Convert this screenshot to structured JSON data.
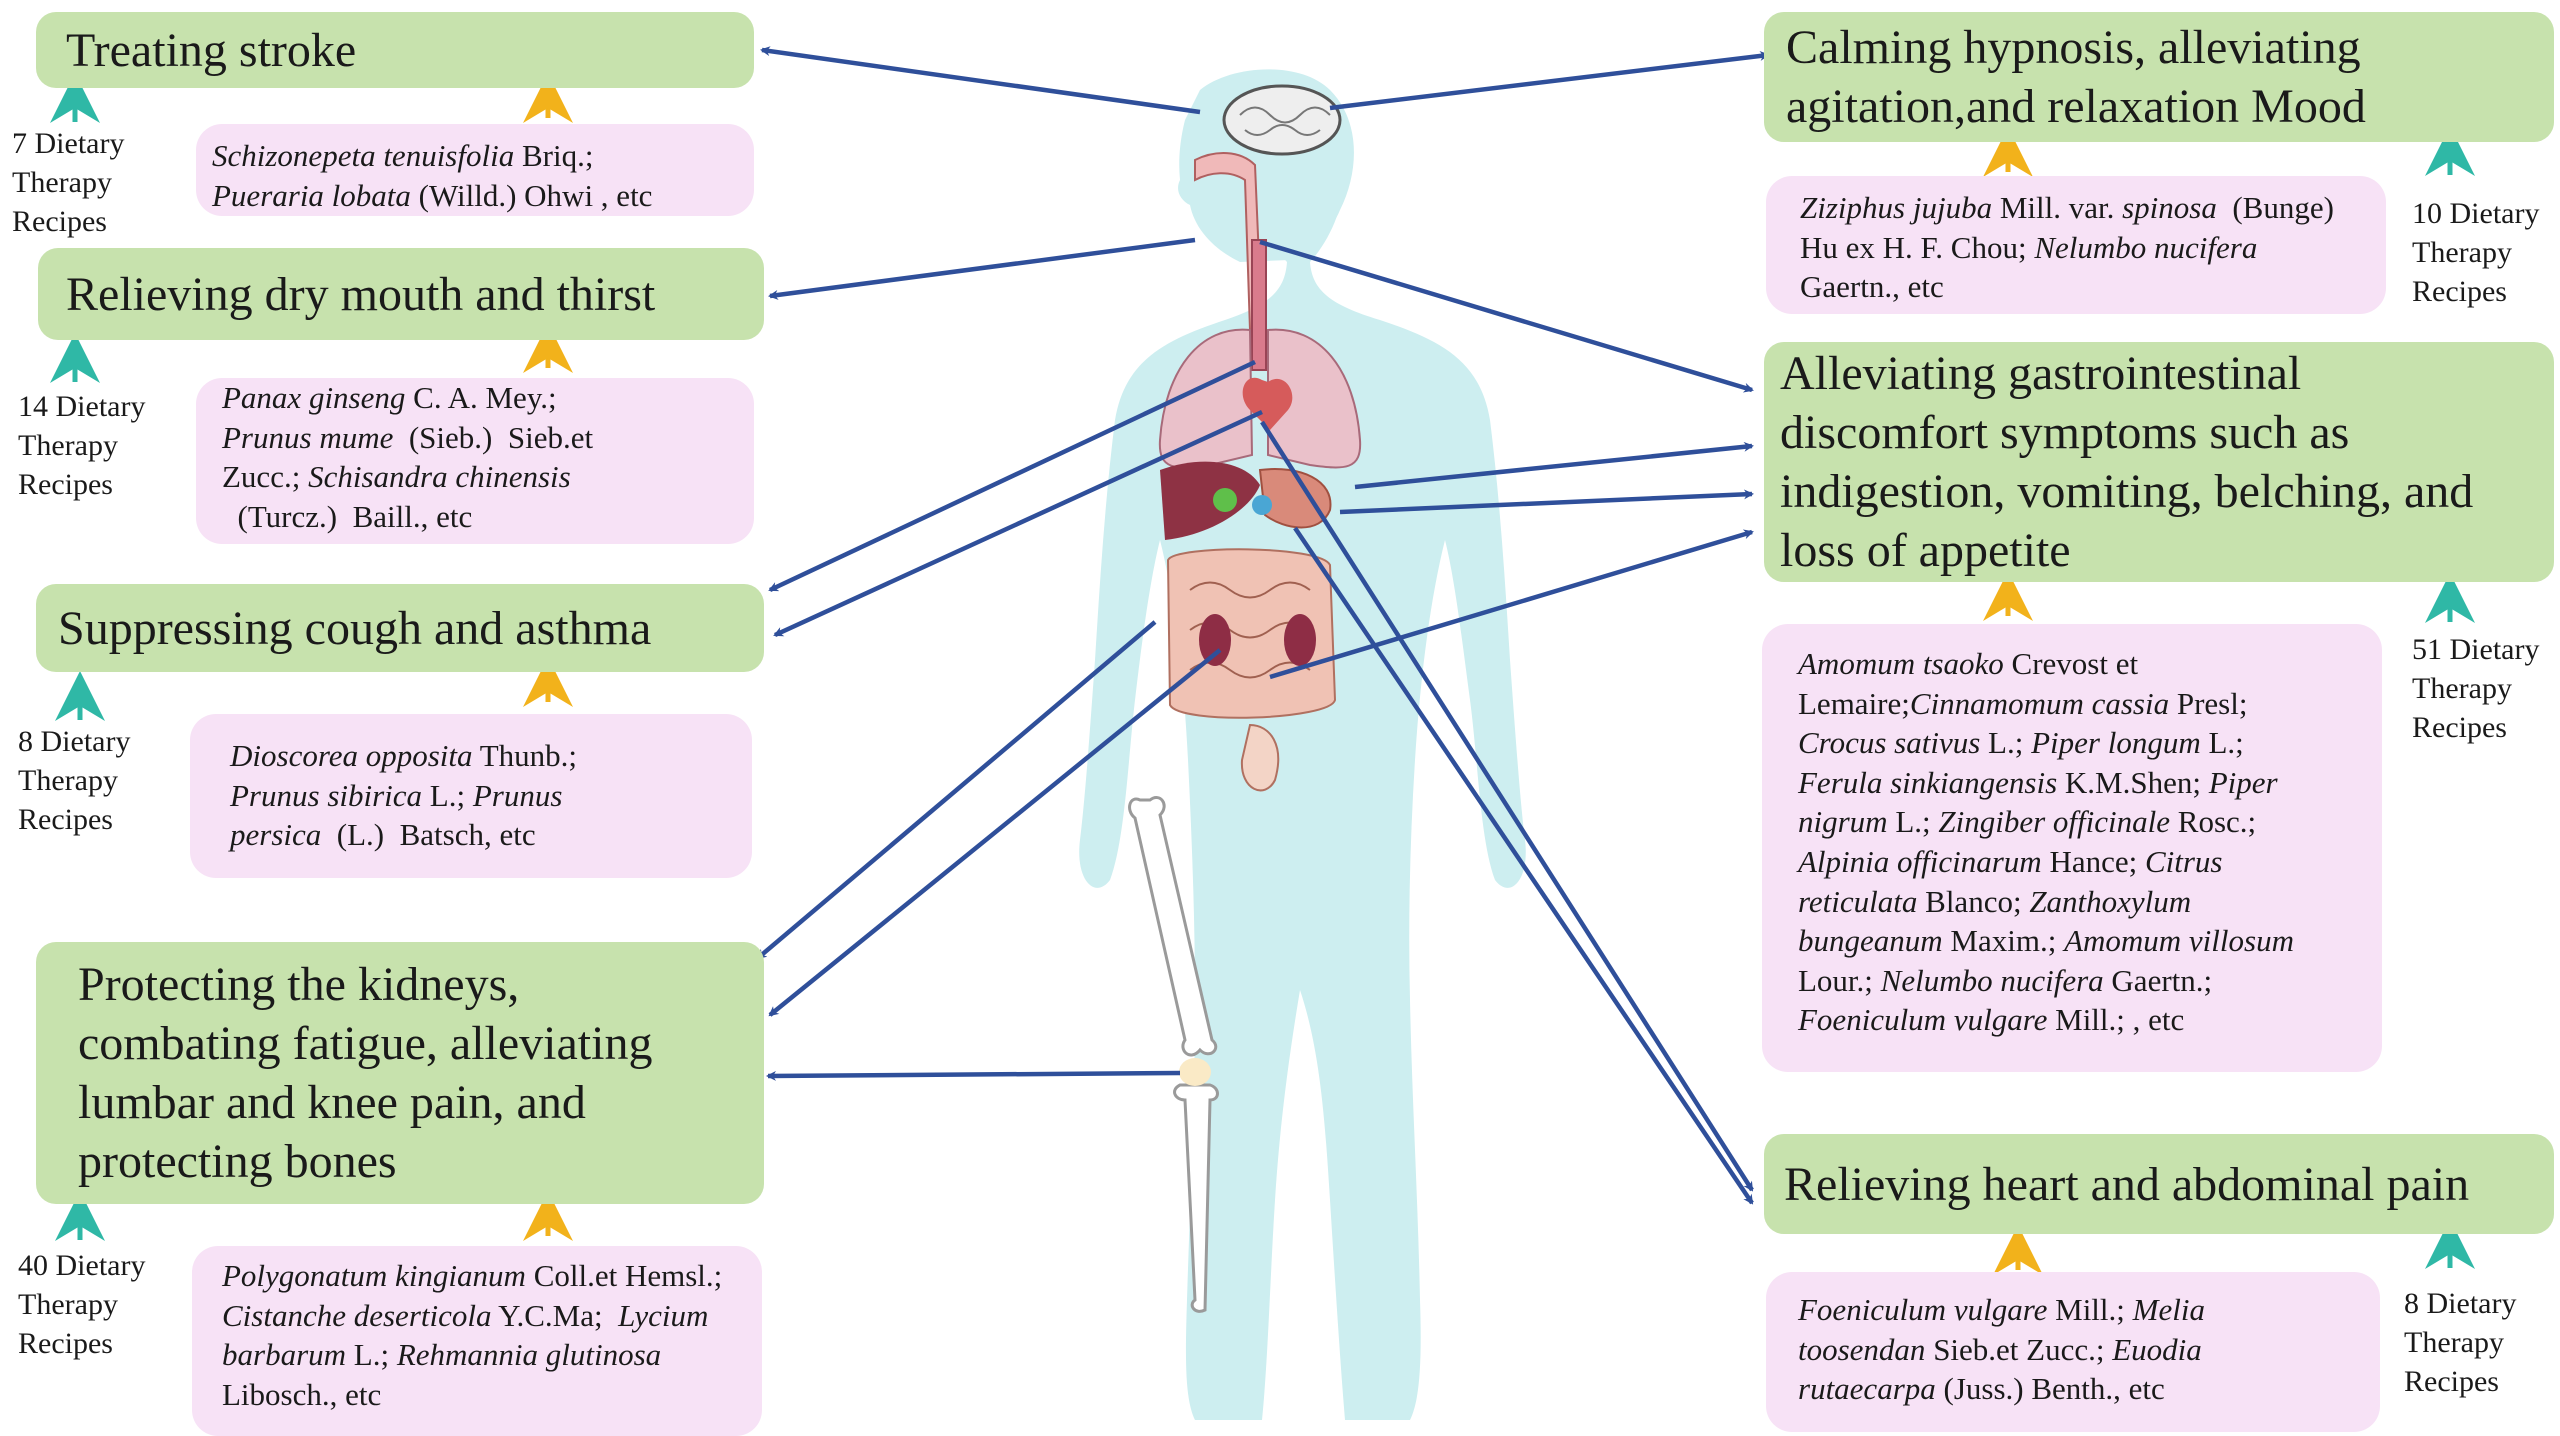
{
  "colors": {
    "box_green": "#c7e2ad",
    "box_pink": "#f7e2f6",
    "arrow_blue": "#2f4f9a",
    "arrow_teal": "#2fb8a6",
    "arrow_gold": "#f2b21b",
    "body_skin": "#cdeef0"
  },
  "effects": {
    "stroke": "Treating stroke",
    "calming": [
      "Calming hypnosis, alleviating",
      "agitation,and relaxation Mood"
    ],
    "dry_mouth": "Relieving dry mouth and thirst",
    "gastro": [
      "Alleviating gastrointestinal",
      "discomfort symptoms such as",
      "indigestion, vomiting, belching, and",
      "loss of appetite"
    ],
    "cough": "Suppressing cough and asthma",
    "kidneys": [
      "Protecting the kidneys,",
      "combating fatigue, alleviating",
      "lumbar and knee pain, and",
      "protecting bones"
    ],
    "heart": "Relieving heart and abdominal pain"
  },
  "recipes": {
    "stroke": [
      "7 Dietary",
      "Therapy",
      "Recipes"
    ],
    "calming": [
      "10 Dietary",
      "Therapy",
      "Recipes"
    ],
    "dry_mouth": [
      "14 Dietary",
      "Therapy",
      "Recipes"
    ],
    "gastro": [
      "51 Dietary",
      "Therapy",
      "Recipes"
    ],
    "cough": [
      "8 Dietary",
      "Therapy",
      "Recipes"
    ],
    "kidneys": [
      "40 Dietary",
      "Therapy",
      "Recipes"
    ],
    "heart": [
      "8 Dietary",
      "Therapy",
      "Recipes"
    ]
  },
  "herbs": {
    "stroke": [
      [
        {
          "t": "Schizonepeta tenuisfolia",
          "i": true
        },
        {
          "t": " Briq.;",
          "i": false
        }
      ],
      [
        {
          "t": "Pueraria lobata",
          "i": true
        },
        {
          "t": " (Willd.) Ohwi , etc",
          "i": false
        }
      ]
    ],
    "calming": [
      [
        {
          "t": "Ziziphus jujuba",
          "i": true
        },
        {
          "t": " Mill. var. ",
          "i": false
        },
        {
          "t": "spinosa",
          "i": true
        },
        {
          "t": "  (Bunge)",
          "i": false
        }
      ],
      [
        {
          "t": "Hu ex H. F. Chou; ",
          "i": false
        },
        {
          "t": "Nelumbo nucifera",
          "i": true
        }
      ],
      [
        {
          "t": "Gaertn., etc",
          "i": false
        }
      ]
    ],
    "dry_mouth": [
      [
        {
          "t": "Panax ginseng",
          "i": true
        },
        {
          "t": " C. A. Mey.;",
          "i": false
        }
      ],
      [
        {
          "t": "Prunus mume",
          "i": true
        },
        {
          "t": "  (Sieb.)  Sieb.et",
          "i": false
        }
      ],
      [
        {
          "t": "Zucc.; ",
          "i": false
        },
        {
          "t": "Schisandra chinensis",
          "i": true
        }
      ],
      [
        {
          "t": "  (Turcz.)  Baill., etc",
          "i": false
        }
      ]
    ],
    "gastro": [
      [
        {
          "t": "Amomum tsaoko",
          "i": true
        },
        {
          "t": " Crevost et",
          "i": false
        }
      ],
      [
        {
          "t": "Lemaire;",
          "i": false
        },
        {
          "t": "Cinnamomum cassia",
          "i": true
        },
        {
          "t": " Presl;",
          "i": false
        }
      ],
      [
        {
          "t": "Crocus sativus",
          "i": true
        },
        {
          "t": " L.; ",
          "i": false
        },
        {
          "t": "Piper longum",
          "i": true
        },
        {
          "t": " L.;",
          "i": false
        }
      ],
      [
        {
          "t": "Ferula sinkiangensis",
          "i": true
        },
        {
          "t": " K.M.Shen; ",
          "i": false
        },
        {
          "t": "Piper",
          "i": true
        }
      ],
      [
        {
          "t": "nigrum",
          "i": true
        },
        {
          "t": " L.; ",
          "i": false
        },
        {
          "t": "Zingiber officinale",
          "i": true
        },
        {
          "t": " Rosc.;",
          "i": false
        }
      ],
      [
        {
          "t": "Alpinia officinarum",
          "i": true
        },
        {
          "t": " Hance; ",
          "i": false
        },
        {
          "t": "Citrus",
          "i": true
        }
      ],
      [
        {
          "t": "reticulata",
          "i": true
        },
        {
          "t": " Blanco; ",
          "i": false
        },
        {
          "t": "Zanthoxylum",
          "i": true
        }
      ],
      [
        {
          "t": "bungeanum",
          "i": true
        },
        {
          "t": " Maxim.; ",
          "i": false
        },
        {
          "t": "Amomum villosum",
          "i": true
        }
      ],
      [
        {
          "t": "Lour.; ",
          "i": false
        },
        {
          "t": "Nelumbo nucifera",
          "i": true
        },
        {
          "t": " Gaertn.;",
          "i": false
        }
      ],
      [
        {
          "t": "Foeniculum vulgare",
          "i": true
        },
        {
          "t": " Mill.; , etc",
          "i": false
        }
      ]
    ],
    "cough": [
      [
        {
          "t": "Dioscorea opposita",
          "i": true
        },
        {
          "t": " Thunb.;",
          "i": false
        }
      ],
      [
        {
          "t": "Prunus sibirica",
          "i": true
        },
        {
          "t": " L.; ",
          "i": false
        },
        {
          "t": "Prunus",
          "i": true
        }
      ],
      [
        {
          "t": "persica",
          "i": true
        },
        {
          "t": "  (L.)  Batsch, etc",
          "i": false
        }
      ]
    ],
    "kidneys": [
      [
        {
          "t": "Polygonatum kingianum",
          "i": true
        },
        {
          "t": " Coll.et Hemsl.;",
          "i": false
        }
      ],
      [
        {
          "t": "Cistanche deserticola",
          "i": true
        },
        {
          "t": " Y.C.Ma;  ",
          "i": false
        },
        {
          "t": "Lycium",
          "i": true
        }
      ],
      [
        {
          "t": "barbarum",
          "i": true
        },
        {
          "t": " L.; ",
          "i": false
        },
        {
          "t": "Rehmannia glutinosa",
          "i": true
        }
      ],
      [
        {
          "t": "Libosch., etc",
          "i": false
        }
      ]
    ],
    "heart": [
      [
        {
          "t": "Foeniculum vulgare",
          "i": true
        },
        {
          "t": " Mill.; ",
          "i": false
        },
        {
          "t": "Melia",
          "i": true
        }
      ],
      [
        {
          "t": "toosendan",
          "i": true
        },
        {
          "t": " Sieb.et Zucc.; ",
          "i": false
        },
        {
          "t": "Euodia",
          "i": true
        }
      ],
      [
        {
          "t": "rutaecarpa",
          "i": true
        },
        {
          "t": " (Juss.) Benth., etc",
          "i": false
        }
      ]
    ]
  }
}
